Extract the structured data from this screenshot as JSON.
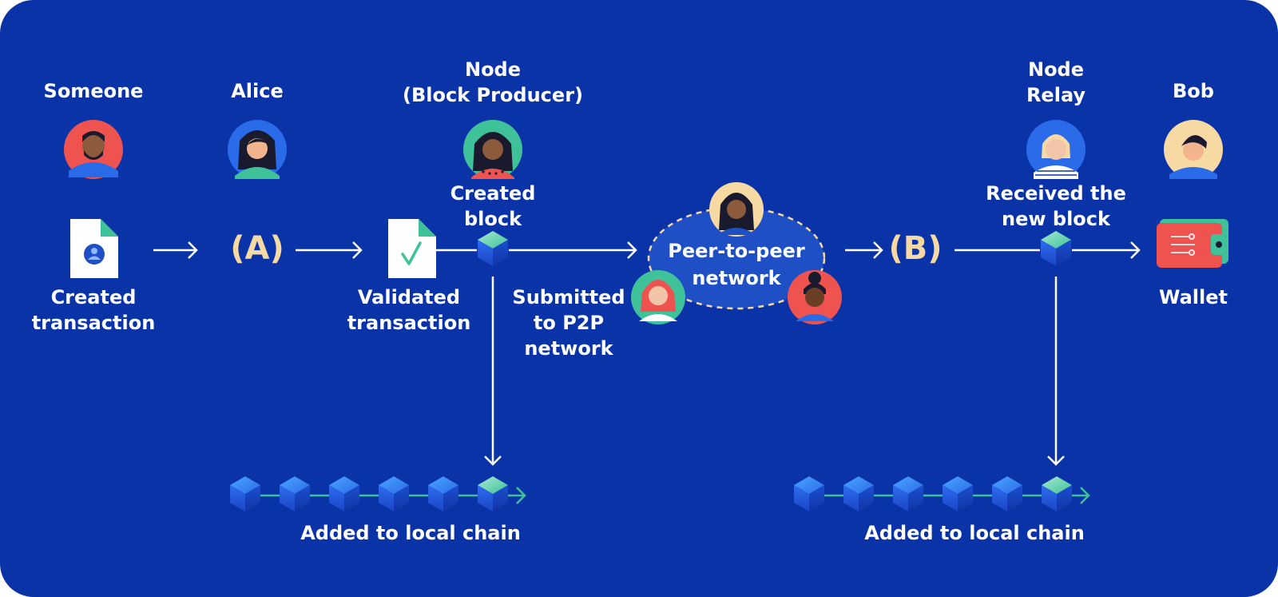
{
  "colors": {
    "background": "#0a33a8",
    "text": "#ffffff",
    "label_accent": "#f7d9a3",
    "line": "#ffffff",
    "chain_line": "#3fc19a",
    "cube_blue": "#1f63e0",
    "cube_green": "#3fc19a",
    "wallet_red": "#ef5350",
    "peer_ellipse": "#1e4fc4"
  },
  "actors": {
    "someone": "Someone",
    "alice": "Alice",
    "node_producer_line1": "Node",
    "node_producer_line2": "(Block Producer)",
    "node_relay_line1": "Node",
    "node_relay_line2": "Relay",
    "bob": "Bob"
  },
  "steps": {
    "created_tx_line1": "Created",
    "created_tx_line2": "transaction",
    "label_a": "(A)",
    "validated_tx_line1": "Validated",
    "validated_tx_line2": "transaction",
    "created_block_line1": "Created",
    "created_block_line2": "block",
    "submitted_line1": "Submitted",
    "submitted_line2": "to P2P",
    "submitted_line3": "network",
    "peer_line1": "Peer-to-peer",
    "peer_line2": "network",
    "label_b": "(B)",
    "received_line1": "Received the",
    "received_line2": "new block",
    "wallet": "Wallet",
    "added_left": "Added to local chain",
    "added_right": "Added to local chain"
  },
  "icons": {
    "transaction_doc": "document-user-icon",
    "validated_doc": "document-check-icon",
    "block": "cube-icon",
    "wallet": "wallet-icon"
  }
}
